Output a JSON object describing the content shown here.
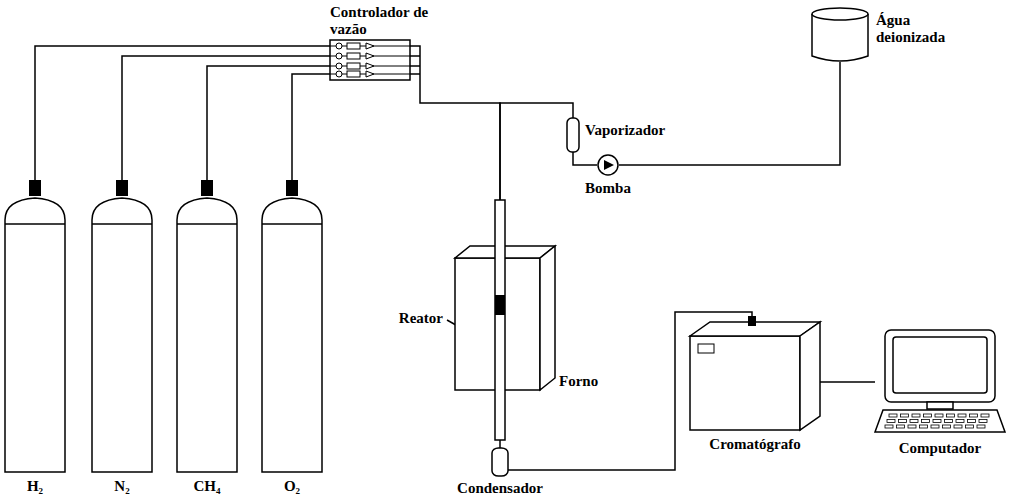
{
  "diagram": {
    "nodes": [
      {
        "text": [
          "H₂"
        ]
      },
      {
        "text": [
          "N₂"
        ]
      },
      {
        "text": [
          "CH₄"
        ]
      },
      {
        "text": [
          "O₂"
        ]
      },
      {
        "text": [
          "Controlador de vazão"
        ]
      },
      {
        "text": [
          "Vaporizador"
        ]
      },
      {
        "text": [
          "Bomba"
        ]
      },
      {
        "text": [
          "Água deionizada"
        ]
      },
      {
        "text": [
          "Forno"
        ]
      },
      {
        "text": [
          "Reator"
        ]
      },
      {
        "text": [
          "Condensador"
        ]
      },
      {
        "text": [
          "Cromatógrafo"
        ]
      },
      {
        "text": [
          "Computador"
        ]
      }
    ],
    "edges": [
      {
        "from": 0,
        "to": 4,
        "arrow": "none"
      },
      {
        "from": 1,
        "to": 4,
        "arrow": "none"
      },
      {
        "from": 2,
        "to": 4,
        "arrow": "none"
      },
      {
        "from": 3,
        "to": 4,
        "arrow": "none"
      },
      {
        "from": 4,
        "to": 9,
        "arrow": "none"
      },
      {
        "from": 7,
        "to": 6,
        "arrow": "none"
      },
      {
        "from": 6,
        "to": 5,
        "arrow": "none"
      },
      {
        "from": 5,
        "to": 9,
        "arrow": "none"
      },
      {
        "from": 9,
        "to": 10,
        "arrow": "none"
      },
      {
        "from": 10,
        "to": 11,
        "arrow": "none"
      },
      {
        "from": 11,
        "to": 12,
        "arrow": "none"
      }
    ]
  }
}
